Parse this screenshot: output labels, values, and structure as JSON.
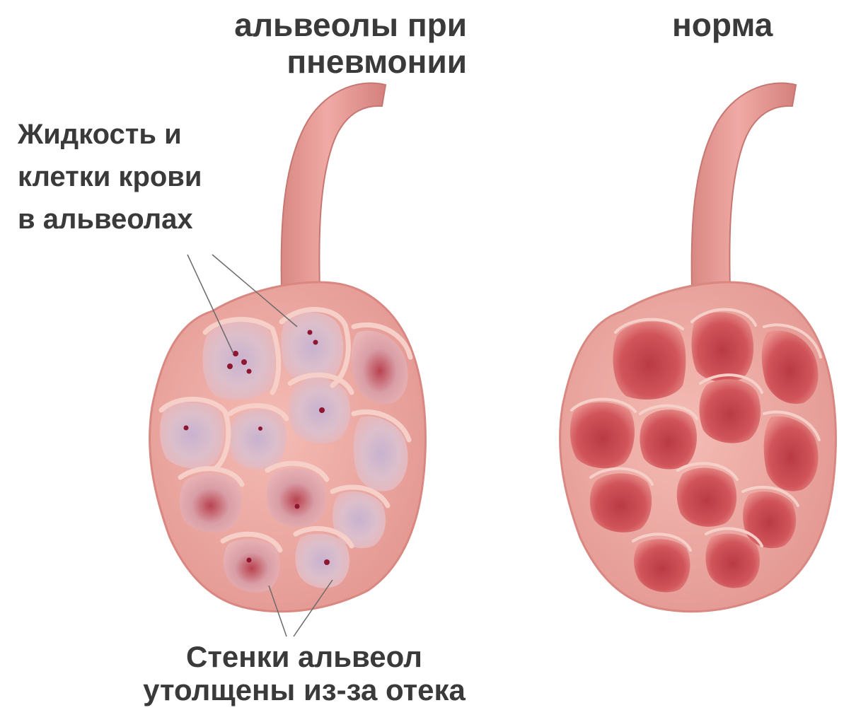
{
  "labels": {
    "pneumonia_title": [
      "альвеолы при",
      "пневмонии"
    ],
    "normal_title": "норма",
    "fluid_note": [
      "Жидкость и",
      "клетки крови",
      "в альвеолах"
    ],
    "walls_note": [
      "Стенки альвеол",
      "утолщены из-за отека"
    ]
  },
  "colors": {
    "bronchus": "#e69a97",
    "wall": "#f2b5ae",
    "wall_edge": "#d98780",
    "cavity_normal": "#c7464d",
    "cavity_fluid": "#d9b4c4",
    "blood_cell": "#8e1630",
    "text": "#3a3a3a"
  },
  "icons": [
    "alveoli-pneumonia-illustration",
    "alveoli-normal-illustration"
  ]
}
